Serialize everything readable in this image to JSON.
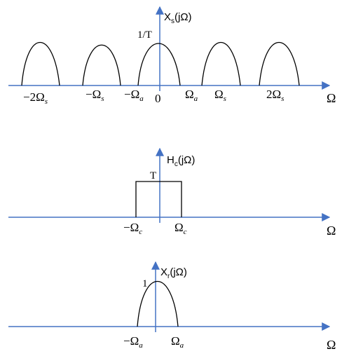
{
  "colors": {
    "axis": "#4472C4",
    "curve": "#000000",
    "text": "#000000"
  },
  "panel1": {
    "y_label_main": "X",
    "y_label_sub": "s",
    "y_label_arg": "(jΩ)",
    "peak_label": "1/T",
    "x_label": "Ω",
    "ticks": [
      {
        "text": "−2Ω",
        "sub": "s"
      },
      {
        "text": "−Ω",
        "sub": "s"
      },
      {
        "text": "−Ω",
        "sub": "a"
      },
      {
        "text": "0",
        "sub": ""
      },
      {
        "text": "Ω",
        "sub": "a"
      },
      {
        "text": "Ω",
        "sub": "s"
      },
      {
        "text": "2Ω",
        "sub": "s"
      }
    ]
  },
  "panel2": {
    "y_label_main": "H",
    "y_label_sub": "c",
    "y_label_arg": "(jΩ)",
    "peak_label": "T",
    "x_label": "Ω",
    "ticks": [
      {
        "text": "−Ω",
        "sub": "c"
      },
      {
        "text": "Ω",
        "sub": "c"
      }
    ]
  },
  "panel3": {
    "y_label_main": "X",
    "y_label_sub": "r",
    "y_label_arg": "(jΩ)",
    "peak_label": "1",
    "x_label": "Ω",
    "ticks": [
      {
        "text": "−Ω",
        "sub": "a"
      },
      {
        "text": "Ω",
        "sub": "a"
      }
    ]
  }
}
